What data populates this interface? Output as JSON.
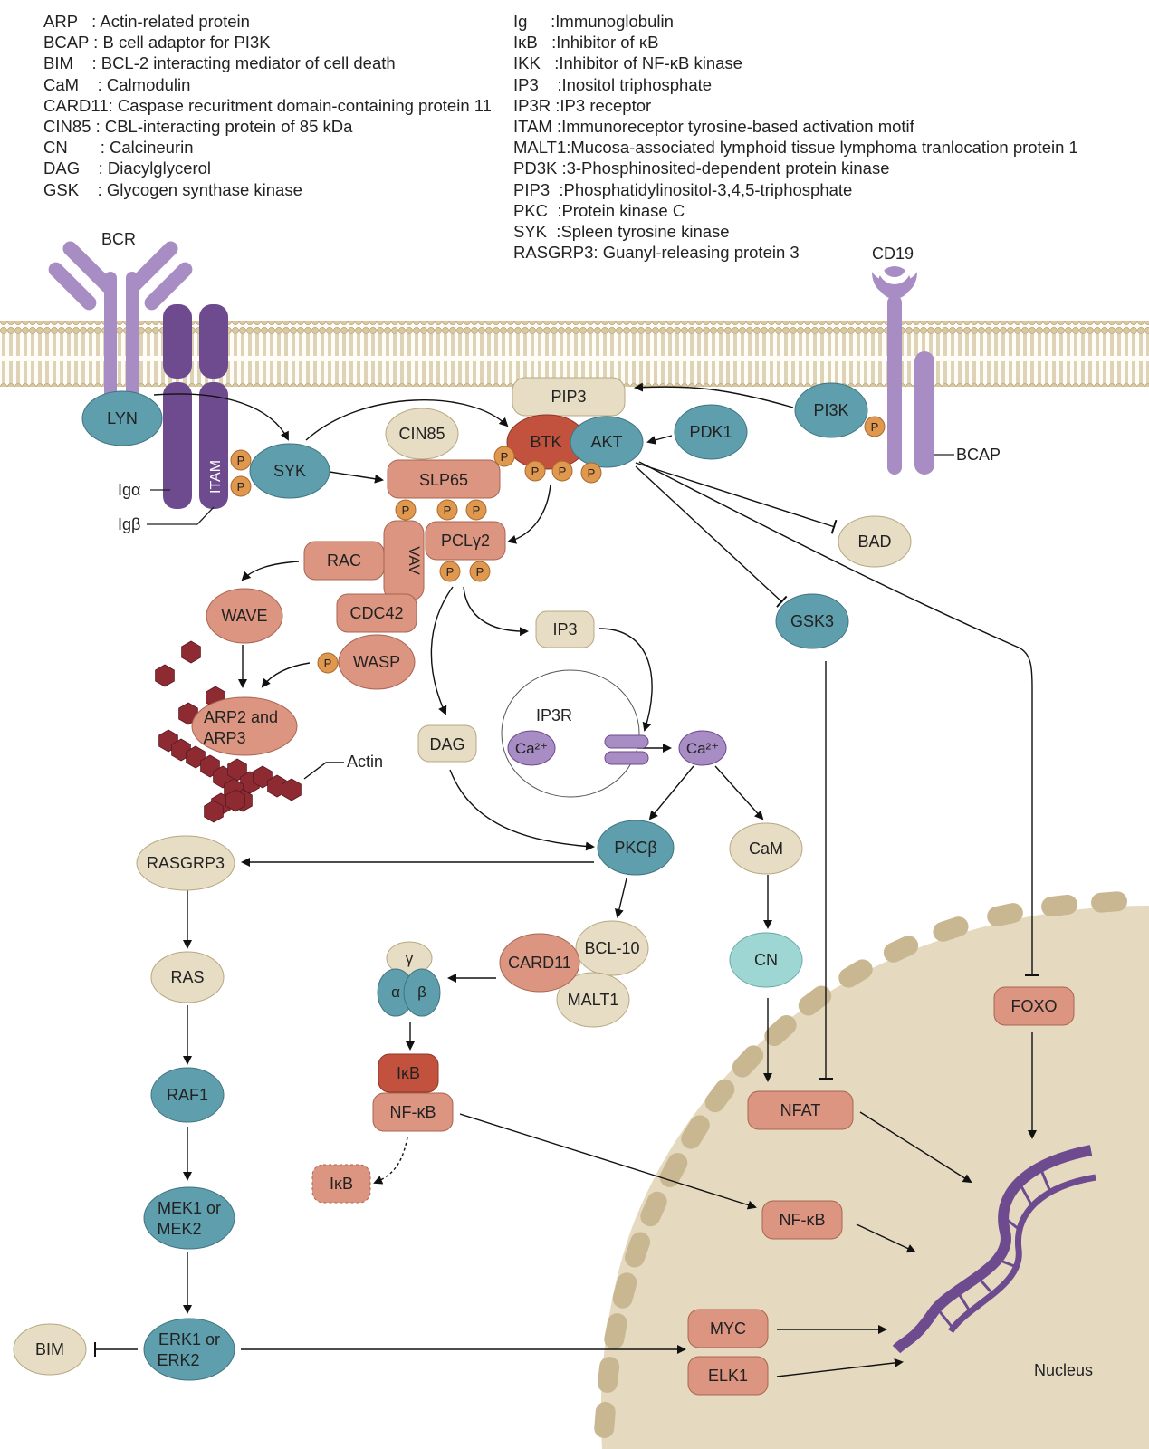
{
  "colors": {
    "teal": "#5f9eac",
    "salmon": "#dc9580",
    "beige": "#e7dcc4",
    "purple": "#a78dc3",
    "dark_purple": "#6e4a8e",
    "rust": "#c2523d",
    "phospho": "#e0984e",
    "light_teal": "#9ed6d3",
    "actin": "#8e2b32",
    "nucleus": "#e5dac0",
    "nucleus_edge": "#c8b790",
    "membrane": "#d9c8a0"
  },
  "legend": {
    "left": [
      {
        "abbr": "ARP",
        "sep": "   : ",
        "desc": "Actin-related protein"
      },
      {
        "abbr": "BCAP",
        "sep": " : ",
        "desc": "B cell adaptor for PI3K"
      },
      {
        "abbr": "BIM",
        "sep": "    : ",
        "desc": "BCL-2 interacting mediator of cell death"
      },
      {
        "abbr": "CaM",
        "sep": "    : ",
        "desc": "Calmodulin"
      },
      {
        "abbr": "CARD11",
        "sep": ": ",
        "desc": "Caspase recuritment domain-containing protein 11"
      },
      {
        "abbr": "CIN85",
        "sep": " : ",
        "desc": "CBL-interacting protein of 85 kDa"
      },
      {
        "abbr": "CN",
        "sep": "       : ",
        "desc": "Calcineurin"
      },
      {
        "abbr": "DAG",
        "sep": "    : ",
        "desc": "Diacylglycerol"
      },
      {
        "abbr": "GSK",
        "sep": "    : ",
        "desc": "Glycogen synthase kinase"
      }
    ],
    "right": [
      {
        "abbr": "Ig",
        "sep": "     :",
        "desc": "Immunoglobulin"
      },
      {
        "abbr": "IκB",
        "sep": "   :",
        "desc": "Inhibitor of κB"
      },
      {
        "abbr": "IKK",
        "sep": "   :",
        "desc": "Inhibitor of NF-κB kinase"
      },
      {
        "abbr": "IP3",
        "sep": "    :",
        "desc": "Inositol triphosphate"
      },
      {
        "abbr": "IP3R",
        "sep": " :",
        "desc": "IP3 receptor"
      },
      {
        "abbr": "ITAM",
        "sep": " :",
        "desc": "Immunoreceptor tyrosine-based activation motif"
      },
      {
        "abbr": "MALT1",
        "sep": ":",
        "desc": "Mucosa-associated lymphoid tissue lymphoma tranlocation protein 1"
      },
      {
        "abbr": "PD3K",
        "sep": " :",
        "desc": "3-Phosphinosited-dependent protein kinase"
      },
      {
        "abbr": "PIP3",
        "sep": "  :",
        "desc": "Phosphatidylinositol-3,4,5-triphosphate"
      },
      {
        "abbr": "PKC",
        "sep": "  :",
        "desc": "Protein kinase C"
      },
      {
        "abbr": "SYK",
        "sep": "  :",
        "desc": "Spleen tyrosine kinase"
      },
      {
        "abbr": "RASGRP3",
        "sep": ": ",
        "desc": "Guanyl-releasing protein 3"
      }
    ]
  },
  "receptors": {
    "bcr": "BCR",
    "cd19": "CD19",
    "itam": "ITAM",
    "ig_alpha": "Igα",
    "ig_beta": "Igβ",
    "bcap": "BCAP"
  },
  "nodes": {
    "lyn": "LYN",
    "syk": "SYK",
    "cin85": "CIN85",
    "slp65": "SLP65",
    "pip3": "PIP3",
    "btk": "BTK",
    "akt": "AKT",
    "pdk1": "PDK1",
    "pi3k": "PI3K",
    "vav": "VAV",
    "rac": "RAC",
    "plcg2": "PCLγ2",
    "cdc42": "CDC42",
    "wave": "WAVE",
    "wasp": "WASP",
    "arp_line1": "ARP2 and",
    "arp_line2": "ARP3",
    "actin": "Actin",
    "bad": "BAD",
    "gsk3": "GSK3",
    "ip3": "IP3",
    "dag": "DAG",
    "ip3r": "IP3R",
    "ca_in": "Ca²⁺",
    "ca_out": "Ca²⁺",
    "pkcb": "PKCβ",
    "cam": "CaM",
    "rasgrp3": "RASGRP3",
    "ras": "RAS",
    "raf1": "RAF1",
    "mek_line1": "MEK1 or",
    "mek_line2": "MEK2",
    "erk_line1": "ERK1 or",
    "erk_line2": "ERK2",
    "bim": "BIM",
    "card11": "CARD11",
    "bcl10": "BCL-10",
    "malt1": "MALT1",
    "ikk_gamma": "γ",
    "ikk_alpha": "α",
    "ikk_beta": "β",
    "ikb": "IκB",
    "nfkb": "NF-κB",
    "ikb_free": "IκB",
    "cn": "CN",
    "nfat": "NFAT",
    "foxo": "FOXO",
    "nfkb_nuc": "NF-κB",
    "myc": "MYC",
    "elk1": "ELK1",
    "nucleus": "Nucleus"
  },
  "phospho_label": "P"
}
